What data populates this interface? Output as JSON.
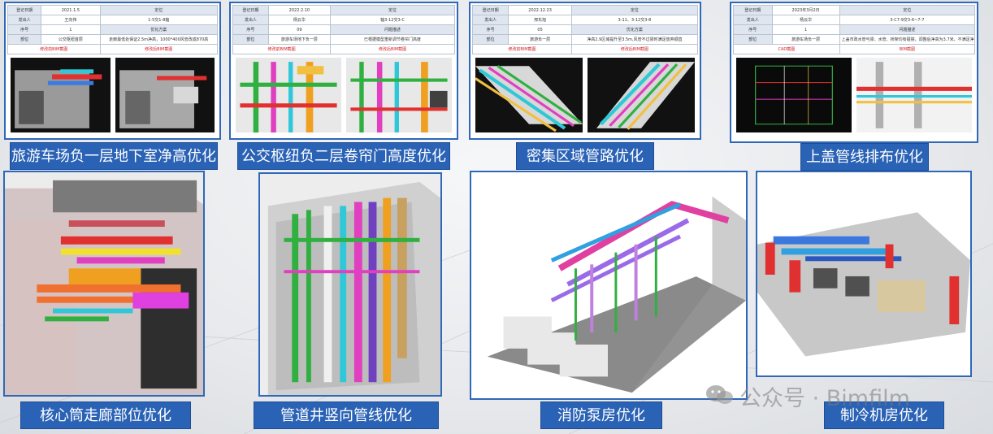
{
  "top_panels": [
    {
      "label": "旅游车场负一层地下室净高优化",
      "rows": [
        [
          "登记日期",
          "2021.1.5",
          "定位",
          ""
        ],
        [
          "发出人",
          "王向伟",
          "1-5交1-8轴",
          ""
        ],
        [
          "序号",
          "1",
          "优化方案",
          ""
        ],
        [
          "部位",
          "公交枢纽首层",
          "走廊最低处保证2.5m净高，1000*400风管改成870高",
          ""
        ]
      ],
      "captions": [
        "修改前BIM截图",
        "修改后BIM截图"
      ]
    },
    {
      "label": "公交枢纽负二层卷帘门高度优化",
      "rows": [
        [
          "登记日期",
          "2022.2.10",
          "定位",
          ""
        ],
        [
          "发出人",
          "杨云华",
          "轴3-12交3-C",
          ""
        ],
        [
          "序号",
          "09",
          "问题描述",
          ""
        ],
        [
          "部位",
          "旅游车场地下负一层",
          "已根据模型重新调节卷帘门高度",
          ""
        ]
      ],
      "captions": [
        "修改前BIM截图",
        "修改后BIM截图"
      ]
    },
    {
      "label": "密集区域管路优化",
      "rows": [
        [
          "登记日期",
          "2022.12.23",
          "定位",
          ""
        ],
        [
          "发出人",
          "邢东旭",
          "3-11、3-12交3-8",
          ""
        ],
        [
          "序号",
          "05",
          "优化方案",
          ""
        ],
        [
          "部位",
          "旅游负一层",
          "净高2.9区域提升至3.5m,风管不过梁时满足放弃顺直",
          ""
        ]
      ],
      "captions": [
        "修改前BIM截图",
        "修改后BIM截图"
      ]
    },
    {
      "label": "上盖管线排布优化",
      "rows": [
        [
          "登记日期",
          "2023年3月2日",
          "定位",
          ""
        ],
        [
          "发出人",
          "杨云华",
          "3-C7-9交3-6~7-7",
          ""
        ],
        [
          "序号",
          "1",
          "问题描述",
          ""
        ],
        [
          "部位",
          "旅游车场负一层",
          "上盖市政水管与梁、水管、桥架均有碰撞，调整后净高为3.7米，不满足净高要求",
          ""
        ]
      ],
      "captions": [
        "CAD截图",
        "BIM截图"
      ]
    }
  ],
  "bottom_panels": [
    {
      "label": "核心筒走廊部位优化"
    },
    {
      "label": "管道井竖向管线优化"
    },
    {
      "label": "消防泵房优化"
    },
    {
      "label": "制冷机房优化"
    }
  ],
  "watermark": {
    "text": "公众号 · Bimfilm",
    "icon": "wechat-icon"
  },
  "colors": {
    "accent": "#2a62b5",
    "border": "#2f68b8"
  }
}
